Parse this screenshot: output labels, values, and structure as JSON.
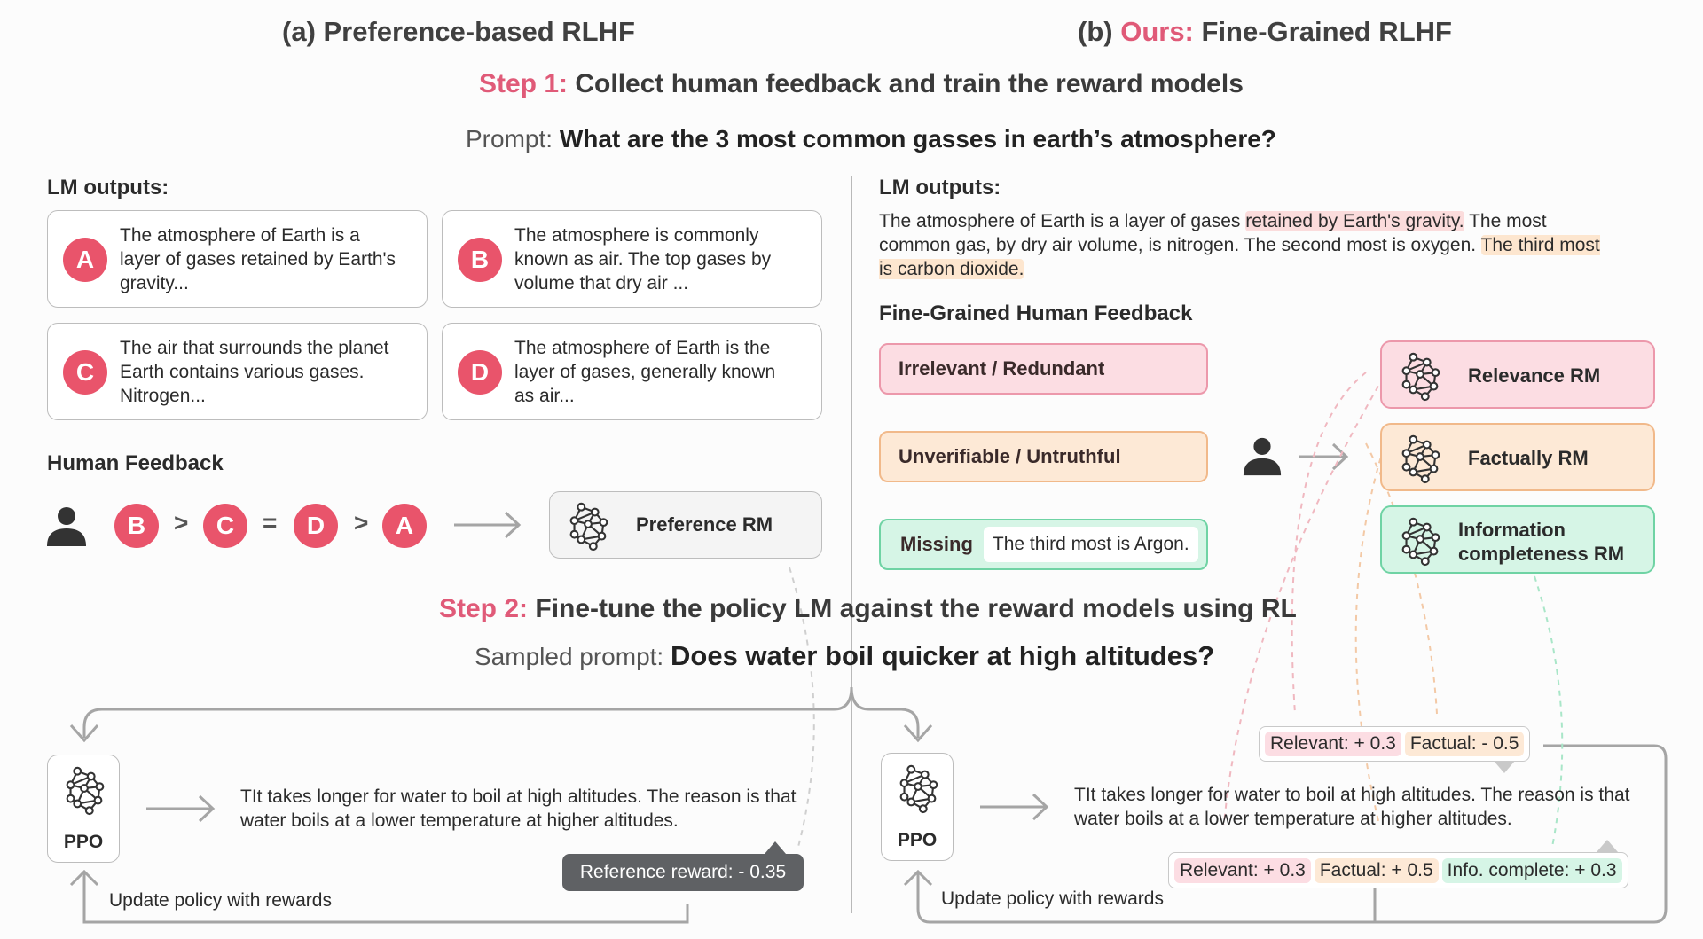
{
  "header": {
    "left_title": "(a) Preference-based RLHF",
    "right_prefix": "(b) ",
    "right_ours": "Ours:",
    "right_rest": " Fine-Grained RLHF"
  },
  "step1": {
    "label": "Step 1:",
    "text": "Collect human feedback and train the reward models"
  },
  "prompt": {
    "label": "Prompt:",
    "text": "What are the 3 most common gasses in earth’s atmosphere?"
  },
  "left": {
    "lm_outputs_label": "LM outputs:",
    "outputs": [
      {
        "letter": "A",
        "text": "The atmosphere of Earth is a layer of gases retained by Earth's gravity..."
      },
      {
        "letter": "B",
        "text": "The atmosphere is commonly known as air. The top gases by volume that dry air ..."
      },
      {
        "letter": "C",
        "text": "The air that surrounds the planet Earth contains various gases. Nitrogen..."
      },
      {
        "letter": "D",
        "text": "The atmosphere of Earth is the layer of gases, generally known as air..."
      }
    ],
    "human_feedback_label": "Human Feedback",
    "ranking": [
      "B",
      ">",
      "C",
      "=",
      "D",
      ">",
      "A"
    ],
    "preference_rm": "Preference RM"
  },
  "right": {
    "lm_outputs_label": "LM outputs:",
    "output_parts": [
      "The atmosphere of Earth is a layer of gases ",
      "retained by Earth's gravity.",
      " The most common gas, by dry air volume, is nitrogen. The second most is oxygen. ",
      "The third most is carbon dioxide."
    ],
    "fg_label": "Fine-Grained Human Feedback",
    "feedback": {
      "irrelevant": "Irrelevant / Redundant",
      "unverifiable": "Unverifiable / Untruthful",
      "missing": "Missing",
      "missing_text": "The third most is Argon."
    },
    "rms": {
      "relevance": "Relevance RM",
      "factual": "Factually RM",
      "info": "Information completeness RM"
    }
  },
  "step2": {
    "label": "Step 2:",
    "text": "Fine-tune the policy LM against the reward models using RL"
  },
  "sampled": {
    "label": "Sampled prompt:",
    "text": "Does water boil quicker at high altitudes?"
  },
  "bottom_left": {
    "ppo": "PPO",
    "output": "TIt takes longer for water to boil at high altitudes. The reason is that water boils at a lower temperature at higher altitudes.",
    "reward": "Reference reward: - 0.35",
    "update": "Update policy with rewards"
  },
  "bottom_right": {
    "ppo": "PPO",
    "output": "TIt takes longer for water to boil at high altitudes. The reason is that water boils at a lower temperature at higher altitudes.",
    "top_rewards": {
      "relevant": "Relevant: + 0.3",
      "factual": "Factual: - 0.5"
    },
    "bottom_rewards": {
      "relevant": "Relevant: + 0.3",
      "factual": "Factual: + 0.5",
      "info": "Info. complete: + 0.3"
    },
    "update": "Update policy with rewards"
  },
  "colors": {
    "accent_pink": "#e05a78",
    "circle_red": "#e9546b",
    "red_fill": "#fcdde3",
    "red_border": "#ec98ab",
    "orange_fill": "#fde9d6",
    "orange_border": "#f1b98a",
    "green_fill": "#d6f5e6",
    "green_border": "#6fd3a4"
  },
  "icons": [
    "person-icon",
    "neural-net-icon",
    "arrow-right-icon"
  ]
}
